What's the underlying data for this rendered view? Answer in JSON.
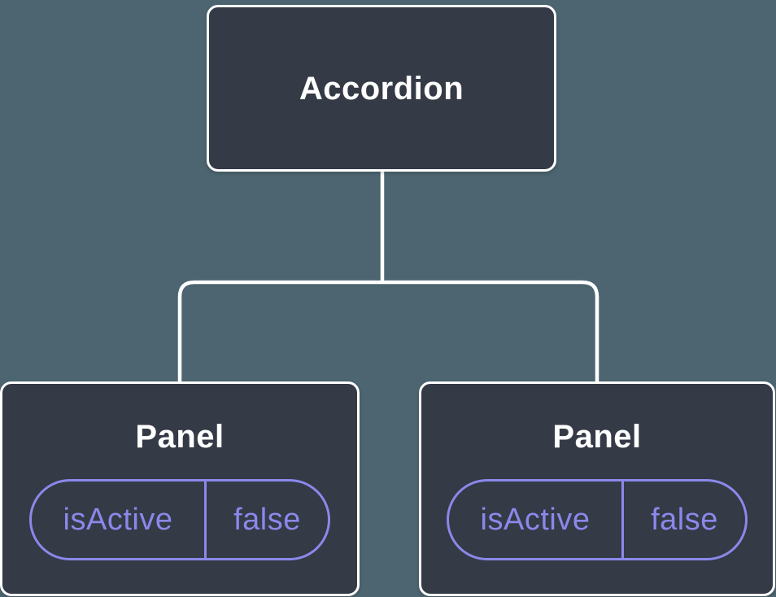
{
  "tree": {
    "root": {
      "label": "Accordion"
    },
    "children": [
      {
        "label": "Panel",
        "state": {
          "name": "isActive",
          "value": "false"
        }
      },
      {
        "label": "Panel",
        "state": {
          "name": "isActive",
          "value": "false"
        }
      }
    ]
  },
  "colors": {
    "background": "#4C6570",
    "node_fill": "#343A46",
    "node_border": "#FFFFFF",
    "node_text": "#FFFFFF",
    "connector": "#FFFFFF",
    "state_accent": "#8B88EA"
  }
}
